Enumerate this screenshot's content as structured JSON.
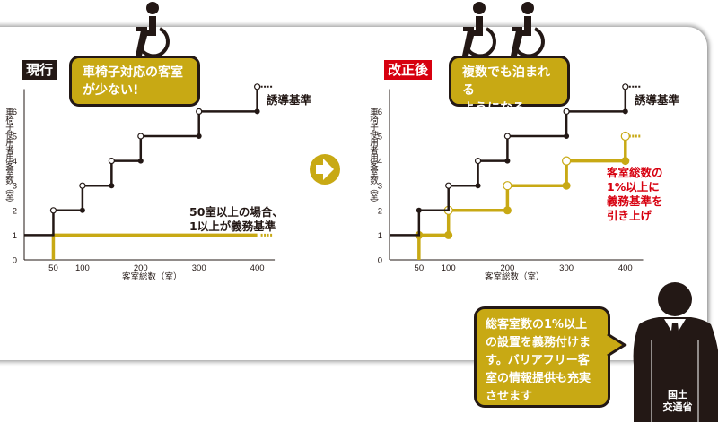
{
  "current": {
    "tag": "現行",
    "bubble": "車椅子対応の客室が少ない!",
    "guidance_note": "誘導基準",
    "mandatory_note_line1": "50室以上の場合、",
    "mandatory_note_line2": "1以上が義務基準"
  },
  "revised": {
    "tag": "改正後",
    "bubble_line1": "複数でも泊まれる",
    "bubble_line2": "ようになる",
    "guidance_note": "誘導基準",
    "mandatory_note": [
      "客室総数の",
      "1%以上に",
      "義務基準を",
      "引き上げ"
    ]
  },
  "ministry": {
    "speech": "総客室数の1%以上の設置を義務付けます。バリアフリー客室の情報提供も充実させます",
    "label_line1": "国土",
    "label_line2": "交通省"
  },
  "colors": {
    "gold": "#c8a914",
    "black": "#231815",
    "red": "#d7000f",
    "tag_black": "#231815"
  },
  "icons": [
    "wheelchair-icon",
    "arrow-right-icon",
    "person-icon"
  ],
  "chart_data": [
    {
      "type": "line",
      "title": "現行",
      "xlabel": "客室総数（室）",
      "ylabel": "車椅子使用者用客室数（室）",
      "xlim": [
        0,
        430
      ],
      "ylim": [
        0,
        7
      ],
      "xticks": [
        50,
        100,
        200,
        300,
        400
      ],
      "yticks": [
        0,
        1,
        2,
        3,
        4,
        5,
        6
      ],
      "series": [
        {
          "name": "誘導基準",
          "color": "#231815",
          "points": [
            [
              0,
              1
            ],
            [
              50,
              1
            ],
            [
              50,
              2
            ],
            [
              100,
              2
            ],
            [
              100,
              3
            ],
            [
              150,
              3
            ],
            [
              150,
              4
            ],
            [
              200,
              4
            ],
            [
              200,
              5
            ],
            [
              300,
              5
            ],
            [
              300,
              6
            ],
            [
              400,
              6
            ],
            [
              400,
              7
            ]
          ],
          "open": [
            [
              50,
              2
            ],
            [
              100,
              3
            ],
            [
              150,
              4
            ],
            [
              200,
              5
            ],
            [
              300,
              6
            ],
            [
              400,
              7
            ]
          ],
          "filled": [
            [
              100,
              2
            ],
            [
              150,
              3
            ],
            [
              200,
              4
            ],
            [
              300,
              5
            ],
            [
              400,
              6
            ]
          ],
          "continues": true
        },
        {
          "name": "義務基準",
          "color": "#c8a914",
          "points": [
            [
              50,
              0
            ],
            [
              50,
              1
            ],
            [
              400,
              1
            ]
          ],
          "open": [],
          "filled": [],
          "continues": true
        }
      ]
    },
    {
      "type": "line",
      "title": "改正後",
      "xlabel": "客室総数（室）",
      "ylabel": "車椅子使用者用客室数（室）",
      "xlim": [
        0,
        430
      ],
      "ylim": [
        0,
        7
      ],
      "xticks": [
        50,
        100,
        200,
        300,
        400
      ],
      "yticks": [
        0,
        1,
        2,
        3,
        4,
        5,
        6
      ],
      "series": [
        {
          "name": "誘導基準",
          "color": "#231815",
          "points": [
            [
              0,
              1
            ],
            [
              50,
              1
            ],
            [
              50,
              2
            ],
            [
              100,
              2
            ],
            [
              100,
              3
            ],
            [
              150,
              3
            ],
            [
              150,
              4
            ],
            [
              200,
              4
            ],
            [
              200,
              5
            ],
            [
              300,
              5
            ],
            [
              300,
              6
            ],
            [
              400,
              6
            ],
            [
              400,
              7
            ]
          ],
          "open": [
            [
              100,
              3
            ],
            [
              150,
              4
            ],
            [
              200,
              5
            ],
            [
              300,
              6
            ],
            [
              400,
              7
            ]
          ],
          "filled": [
            [
              50,
              2
            ],
            [
              150,
              3
            ],
            [
              200,
              4
            ],
            [
              300,
              5
            ],
            [
              400,
              6
            ]
          ],
          "continues": true
        },
        {
          "name": "義務基準",
          "color": "#c8a914",
          "points": [
            [
              50,
              0
            ],
            [
              50,
              1
            ],
            [
              100,
              1
            ],
            [
              100,
              2
            ],
            [
              200,
              2
            ],
            [
              200,
              3
            ],
            [
              300,
              3
            ],
            [
              300,
              4
            ],
            [
              400,
              4
            ],
            [
              400,
              5
            ]
          ],
          "open": [
            [
              100,
              2
            ],
            [
              200,
              3
            ],
            [
              300,
              4
            ],
            [
              400,
              5
            ]
          ],
          "filled": [
            [
              50,
              1
            ],
            [
              100,
              1
            ],
            [
              200,
              2
            ],
            [
              300,
              3
            ],
            [
              400,
              4
            ]
          ],
          "continues": true
        }
      ]
    }
  ]
}
